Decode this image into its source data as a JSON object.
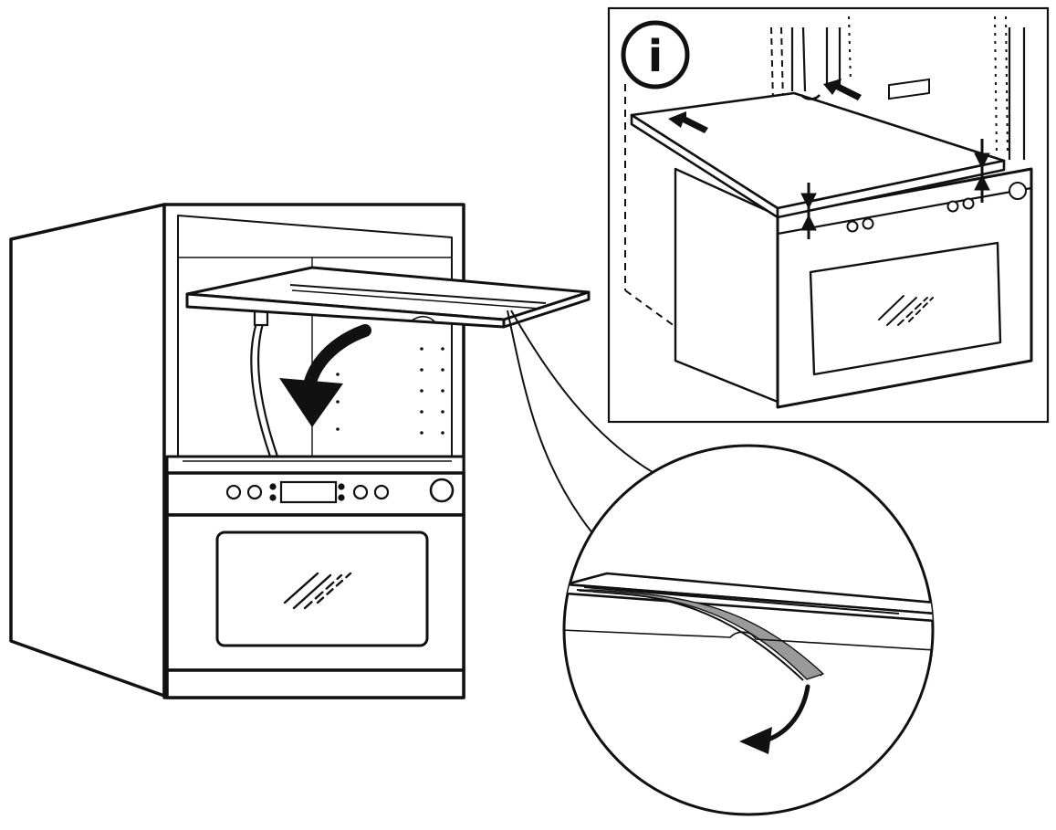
{
  "figure": {
    "type": "installation-illustration",
    "style": "monochrome line art",
    "colors": {
      "ink": "#111111",
      "paper": "#ffffff",
      "tape": "#9a9a9a"
    }
  },
  "info_panel": {
    "badge_letter": "i",
    "badge_icon": "info-icon"
  },
  "icons": [
    "info-icon",
    "arrow-down-icon",
    "arrow-right-icon"
  ]
}
